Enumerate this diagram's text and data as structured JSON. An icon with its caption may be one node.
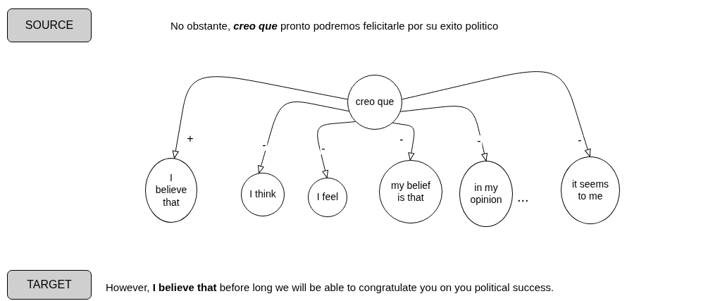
{
  "diagram": {
    "nodes": [
      {
        "text": [
          "SOURCE"
        ]
      },
      {
        "text": [
          "creo que"
        ]
      },
      {
        "text": [
          "I believe that"
        ]
      },
      {
        "text": [
          "I think"
        ]
      },
      {
        "text": [
          "I feel"
        ]
      },
      {
        "text": [
          "my belief is that"
        ]
      },
      {
        "text": [
          "in my opinion"
        ]
      },
      {
        "text": [
          "it seems to me"
        ]
      },
      {
        "text": [
          "TARGET"
        ]
      }
    ],
    "edges": [
      {
        "from": 1,
        "to": 2,
        "arrow": "to",
        "label": "+"
      },
      {
        "from": 1,
        "to": 3,
        "arrow": "to",
        "label": "-"
      },
      {
        "from": 1,
        "to": 4,
        "arrow": "to",
        "label": "-"
      },
      {
        "from": 1,
        "to": 5,
        "arrow": "to",
        "label": "-"
      },
      {
        "from": 1,
        "to": 6,
        "arrow": "to",
        "label": "-"
      },
      {
        "from": 1,
        "to": 7,
        "arrow": "to",
        "label": "-"
      }
    ],
    "labels": [
      "No obstante, **creo que** pronto podremos felicitarle por su exito politico",
      "...",
      "However, **I believe that** before long we will be able to congratulate you on you political success."
    ]
  }
}
